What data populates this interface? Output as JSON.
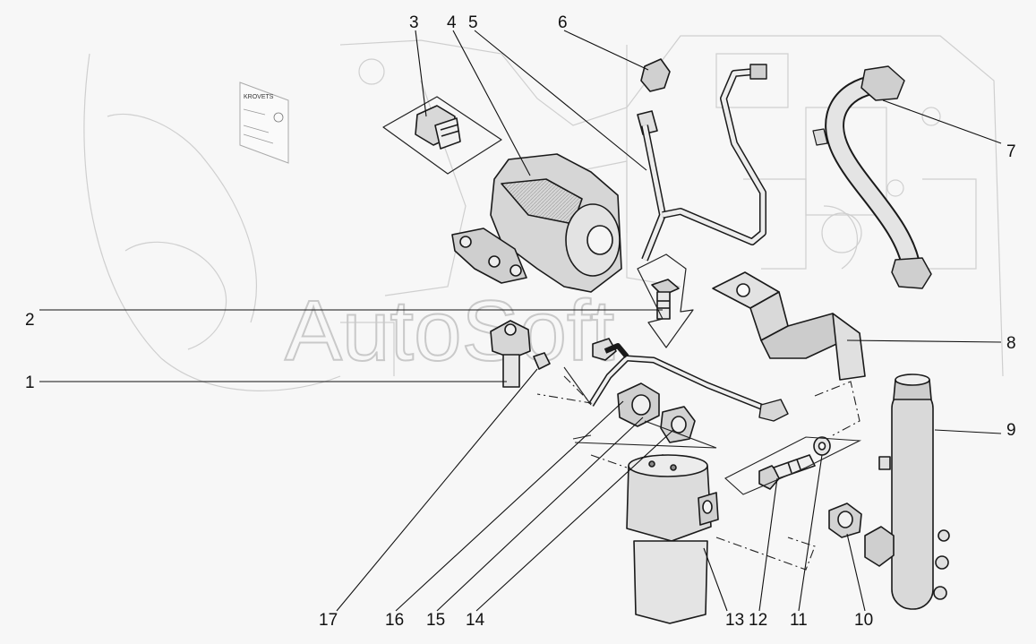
{
  "watermark": "AutoSoft",
  "plate_text": "KROVETS",
  "callouts": [
    {
      "id": "c1",
      "label": "1"
    },
    {
      "id": "c2",
      "label": "2"
    },
    {
      "id": "c3",
      "label": "3"
    },
    {
      "id": "c4",
      "label": "4"
    },
    {
      "id": "c5",
      "label": "5"
    },
    {
      "id": "c6",
      "label": "6"
    },
    {
      "id": "c7",
      "label": "7"
    },
    {
      "id": "c8",
      "label": "8"
    },
    {
      "id": "c9",
      "label": "9"
    },
    {
      "id": "c10",
      "label": "10"
    },
    {
      "id": "c11",
      "label": "11"
    },
    {
      "id": "c12",
      "label": "12"
    },
    {
      "id": "c13",
      "label": "13"
    },
    {
      "id": "c14",
      "label": "14"
    },
    {
      "id": "c15",
      "label": "15"
    },
    {
      "id": "c16",
      "label": "16"
    },
    {
      "id": "c17",
      "label": "17"
    }
  ]
}
